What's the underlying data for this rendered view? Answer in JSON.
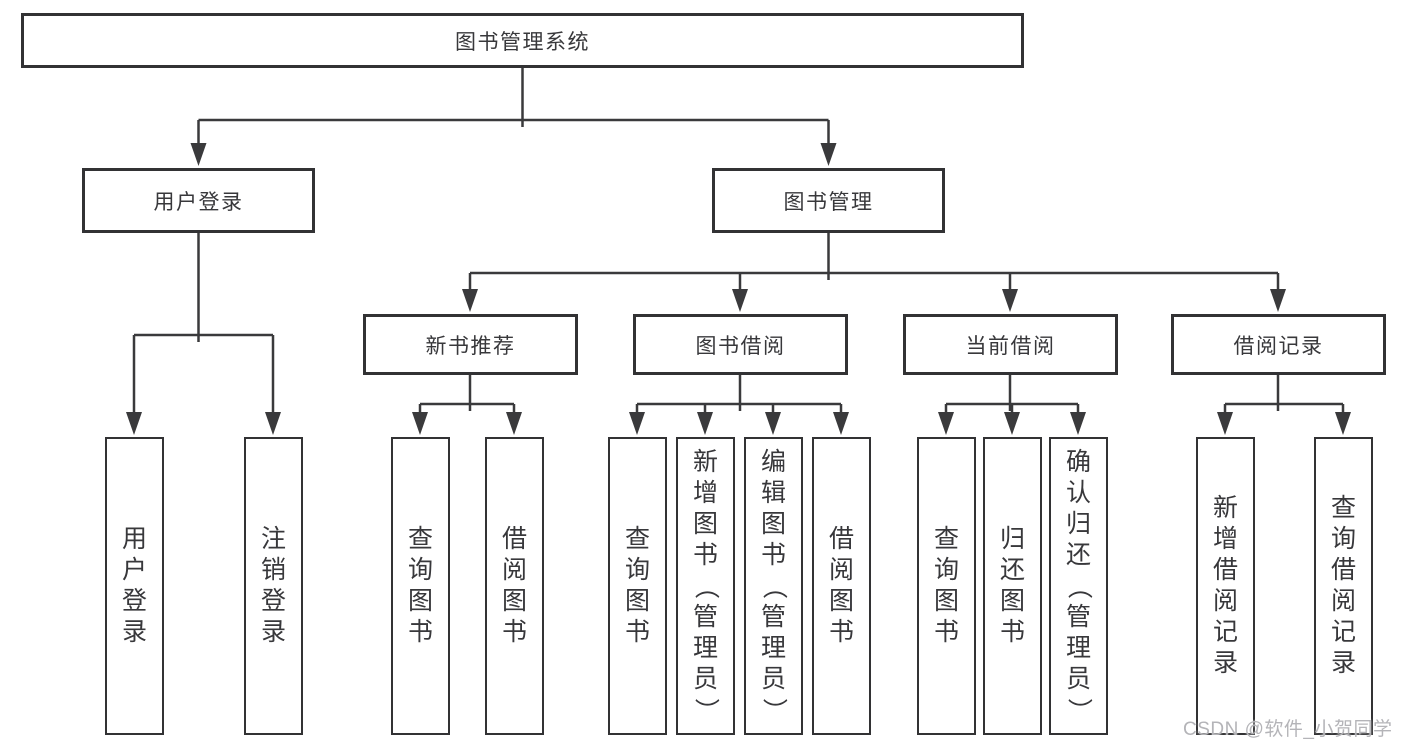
{
  "diagram": {
    "type": "hierarchy-tree",
    "root": {
      "label": "图书管理系统"
    },
    "branches": [
      {
        "label": "用户登录",
        "children": [
          {
            "label": "用户登录"
          },
          {
            "label": "注销登录"
          }
        ]
      },
      {
        "label": "图书管理",
        "children": [
          {
            "label": "新书推荐",
            "children": [
              {
                "label": "查询图书"
              },
              {
                "label": "借阅图书"
              }
            ]
          },
          {
            "label": "图书借阅",
            "children": [
              {
                "label": "查询图书"
              },
              {
                "label": "新增图书（管理员）"
              },
              {
                "label": "编辑图书（管理员）"
              },
              {
                "label": "借阅图书"
              }
            ]
          },
          {
            "label": "当前借阅",
            "children": [
              {
                "label": "查询图书"
              },
              {
                "label": "归还图书"
              },
              {
                "label": "确认归还（管理员）"
              }
            ]
          },
          {
            "label": "借阅记录",
            "children": [
              {
                "label": "新增借阅记录"
              },
              {
                "label": "查询借阅记录"
              }
            ]
          }
        ]
      }
    ],
    "watermark": "CSDN @软件_小贺同学",
    "colors": {
      "line": "#3a3a3c",
      "border": "#323234",
      "text": "#38383b",
      "watermark": "#b4b4b8",
      "background": "#ffffff"
    }
  }
}
